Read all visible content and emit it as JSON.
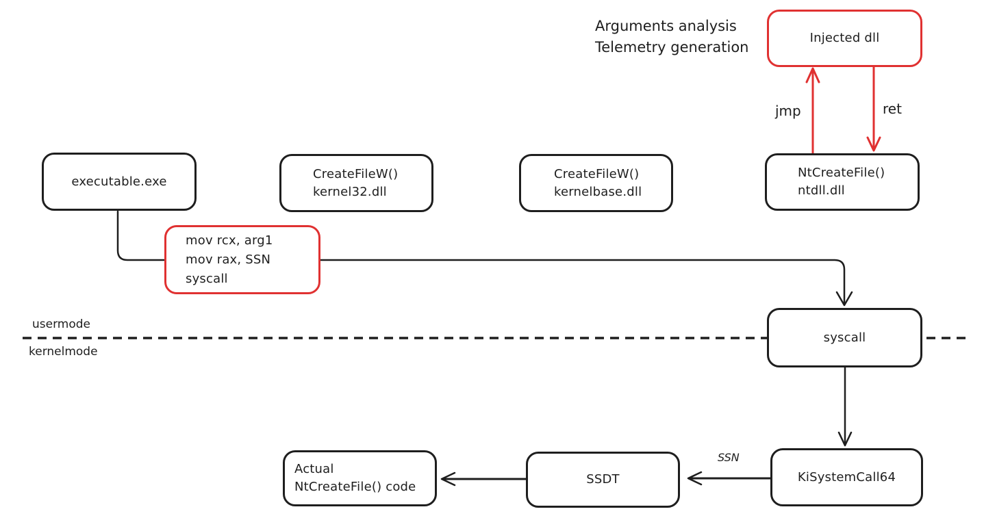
{
  "diagram": {
    "annotation": {
      "line1": "Arguments analysis",
      "line2": "Telemetry generation"
    },
    "nodes": {
      "injected_dll": {
        "label": "Injected dll"
      },
      "executable": {
        "label": "executable.exe"
      },
      "kernel32": {
        "line1": "CreateFileW()",
        "line2": "kernel32.dll"
      },
      "kernelbase": {
        "line1": "CreateFileW()",
        "line2": "kernelbase.dll"
      },
      "ntdll": {
        "line1": "NtCreateFile()",
        "line2": "ntdll.dll"
      },
      "stub": {
        "line1": "mov rcx, arg1",
        "line2": "mov rax, SSN",
        "line3": "syscall"
      },
      "syscall": {
        "label": "syscall"
      },
      "kisystemcall64": {
        "label": "KiSystemCall64"
      },
      "ssdt": {
        "label": "SSDT"
      },
      "actual_ntcreatefile": {
        "line1": "Actual",
        "line2": "NtCreateFile() code"
      }
    },
    "edge_labels": {
      "jmp": "jmp",
      "ret": "ret",
      "ssn": "SSN"
    },
    "zones": {
      "usermode": "usermode",
      "kernelmode": "kernelmode"
    },
    "colors": {
      "ink": "#1e1e1e",
      "accent": "#e03131",
      "background": "#ffffff"
    }
  }
}
